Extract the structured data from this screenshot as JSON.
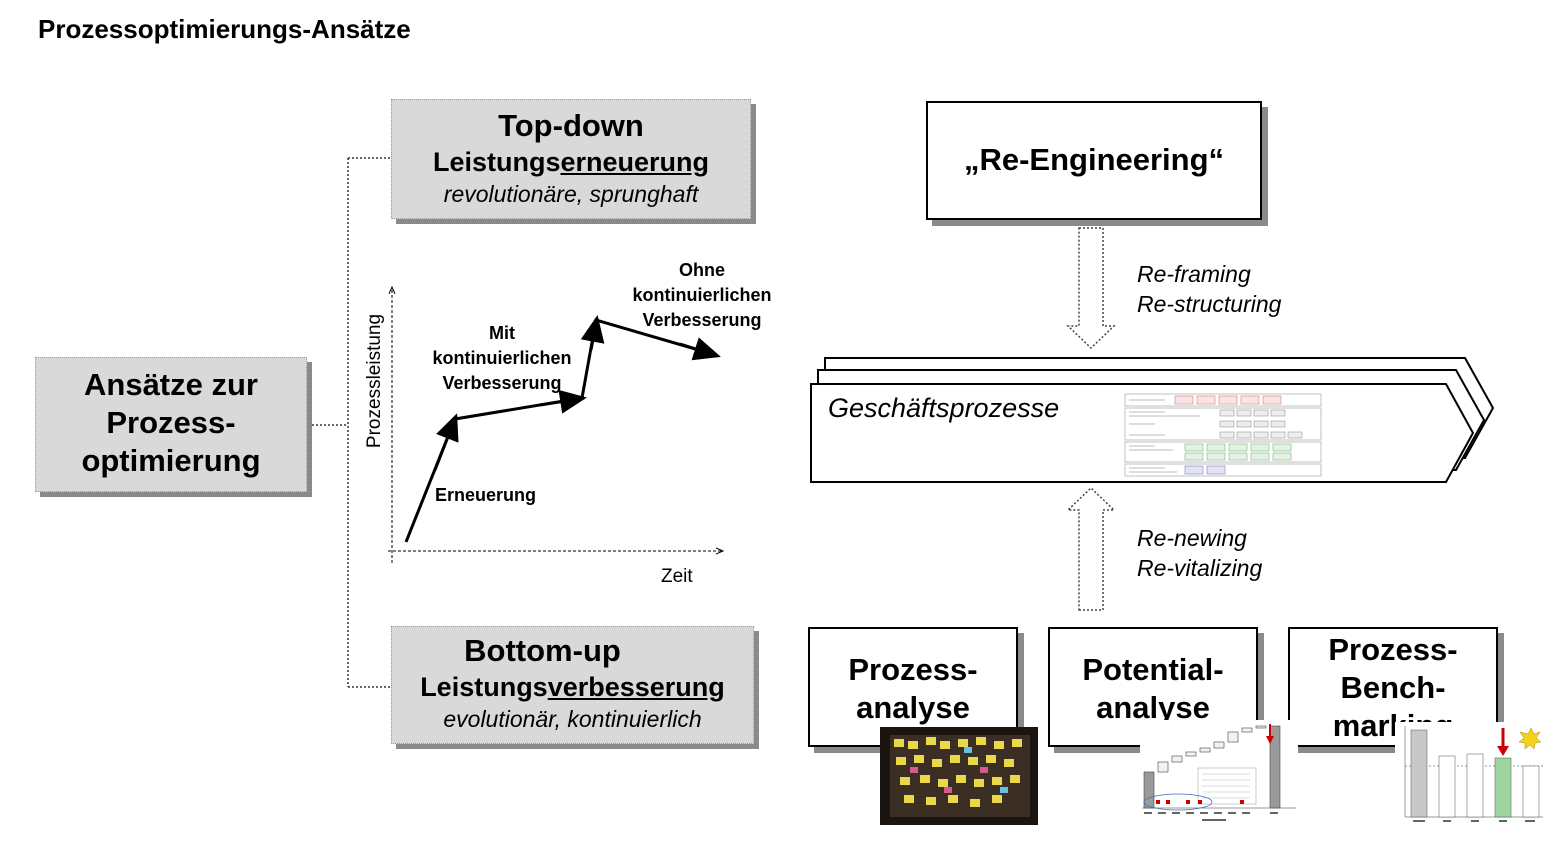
{
  "title": "Prozessoptimierungs-Ansätze",
  "root": {
    "line1": "Ansätze zur",
    "line2": "Prozess-",
    "line3": "optimierung"
  },
  "top_down": {
    "heading": "Top-down",
    "term_prefix": "Leistungs",
    "term_underlined": "erneuerung",
    "description": "revolutionäre, sprunghaft"
  },
  "bottom_up": {
    "heading": "Bottom-up",
    "term_prefix": "Leistungs",
    "term_underlined": "verbesserung",
    "description": "evolutionär, kontinuierlich"
  },
  "graph": {
    "y_axis_label": "Prozessleistung",
    "x_axis_label": "Zeit",
    "label_renewal": "Erneuerung",
    "label_with_line1": "Mit",
    "label_with_line2": "kontinuierlichen",
    "label_with_line3": "Verbesserung",
    "label_without_line1": "Ohne",
    "label_without_line2": "kontinuierlichen",
    "label_without_line3": "Verbesserung"
  },
  "reengineering": {
    "label": "„Re-Engineering“"
  },
  "reframing": {
    "line1": "Re-framing",
    "line2": "Re-structuring"
  },
  "renewing": {
    "line1": "Re-newing",
    "line2": "Re-vitalizing"
  },
  "business_process": {
    "label": "Geschäftsprozesse"
  },
  "methods": [
    {
      "line1": "Prozess-",
      "line2": "analyse"
    },
    {
      "line1": "Potential-",
      "line2": "analyse"
    },
    {
      "line1": "Prozess-",
      "line2": "Bench-",
      "line3": "marking"
    }
  ],
  "colors": {
    "box_grey": "#d9d9d9",
    "shadow": "#8a8a8a",
    "highlight_red": "#cc0000",
    "bench_green": "#9fd39f"
  }
}
